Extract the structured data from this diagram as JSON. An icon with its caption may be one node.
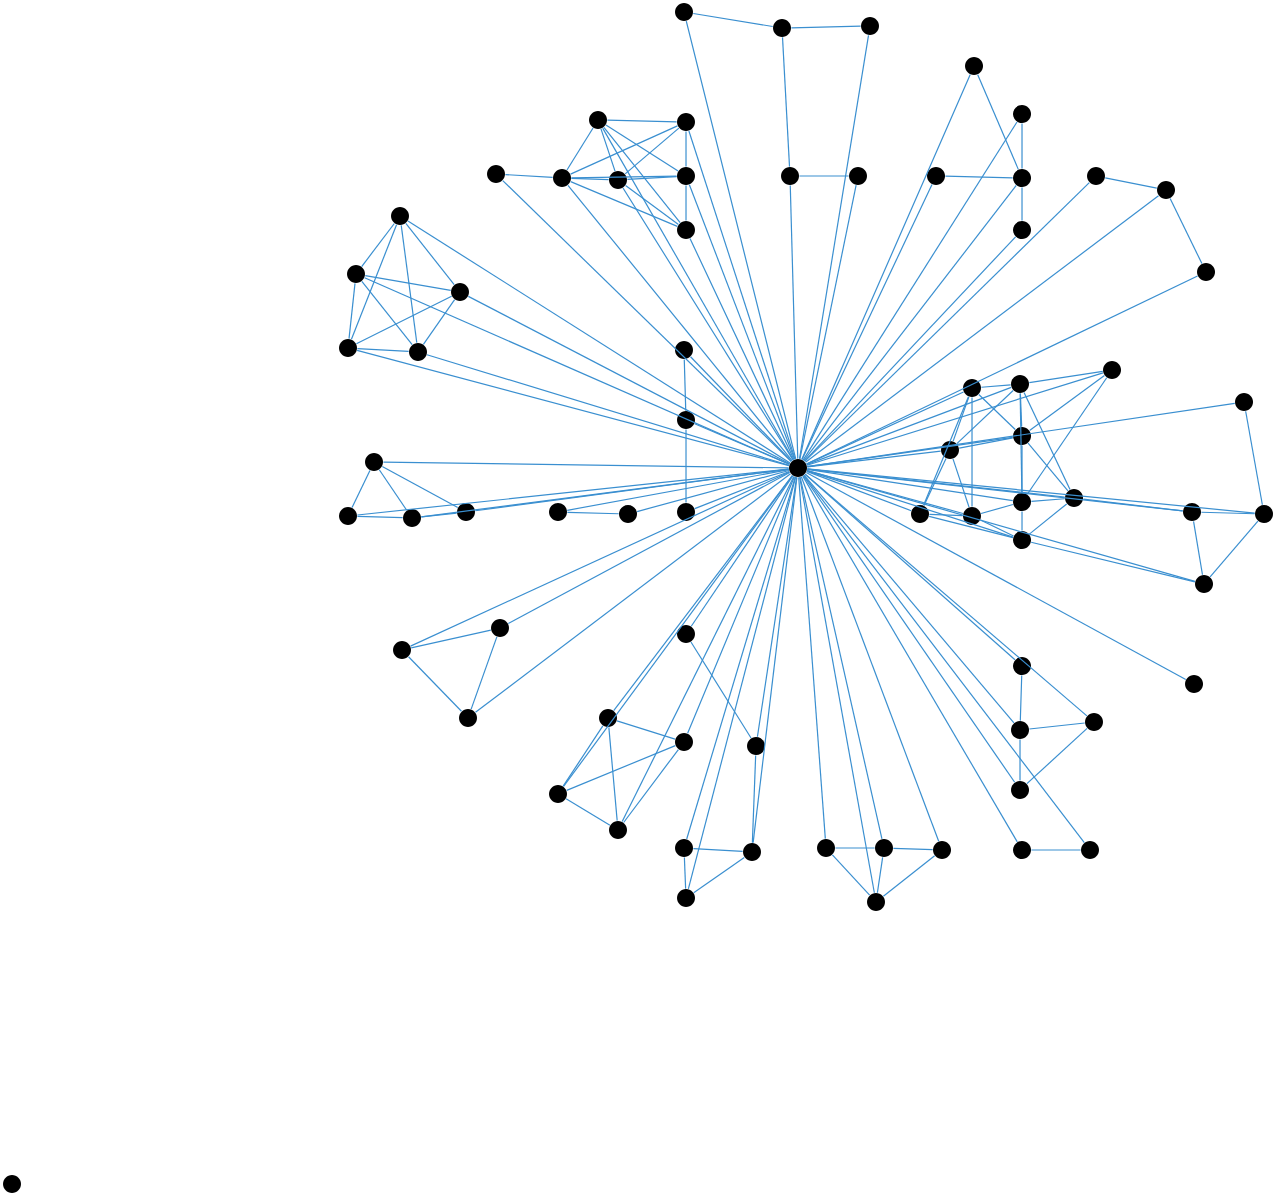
{
  "diagram": {
    "nodes": [
      {
        "text": [],
        "shape": "circle"
      },
      {
        "text": [],
        "shape": "circle"
      },
      {
        "text": [],
        "shape": "circle"
      },
      {
        "text": [],
        "shape": "circle"
      },
      {
        "text": [],
        "shape": "circle"
      },
      {
        "text": [],
        "shape": "circle"
      },
      {
        "text": [],
        "shape": "circle"
      },
      {
        "text": [],
        "shape": "circle"
      },
      {
        "text": [],
        "shape": "circle"
      },
      {
        "text": [],
        "shape": "circle"
      },
      {
        "text": [],
        "shape": "circle"
      },
      {
        "text": [],
        "shape": "circle"
      },
      {
        "text": [],
        "shape": "circle"
      },
      {
        "text": [],
        "shape": "circle"
      },
      {
        "text": [],
        "shape": "circle"
      },
      {
        "text": [],
        "shape": "circle"
      },
      {
        "text": [],
        "shape": "circle"
      },
      {
        "text": [],
        "shape": "circle"
      },
      {
        "text": [],
        "shape": "circle"
      },
      {
        "text": [],
        "shape": "circle"
      },
      {
        "text": [],
        "shape": "circle"
      },
      {
        "text": [],
        "shape": "circle"
      },
      {
        "text": [],
        "shape": "circle"
      },
      {
        "text": [],
        "shape": "circle"
      },
      {
        "text": [],
        "shape": "circle"
      },
      {
        "text": [],
        "shape": "circle"
      },
      {
        "text": [],
        "shape": "circle"
      },
      {
        "text": [],
        "shape": "circle"
      },
      {
        "text": [],
        "shape": "circle"
      },
      {
        "text": [],
        "shape": "circle"
      },
      {
        "text": [],
        "shape": "circle"
      },
      {
        "text": [],
        "shape": "circle"
      },
      {
        "text": [],
        "shape": "circle"
      },
      {
        "text": [],
        "shape": "circle"
      },
      {
        "text": [],
        "shape": "circle"
      },
      {
        "text": [],
        "shape": "circle"
      },
      {
        "text": [],
        "shape": "circle"
      },
      {
        "text": [],
        "shape": "circle"
      },
      {
        "text": [],
        "shape": "circle"
      },
      {
        "text": [],
        "shape": "circle"
      },
      {
        "text": [],
        "shape": "circle"
      },
      {
        "text": [],
        "shape": "circle"
      },
      {
        "text": [],
        "shape": "circle"
      },
      {
        "text": [],
        "shape": "circle"
      },
      {
        "text": [],
        "shape": "circle"
      },
      {
        "text": [],
        "shape": "circle"
      },
      {
        "text": [],
        "shape": "circle"
      },
      {
        "text": [],
        "shape": "circle"
      },
      {
        "text": [],
        "shape": "circle"
      },
      {
        "text": [],
        "shape": "circle"
      },
      {
        "text": [],
        "shape": "circle"
      },
      {
        "text": [],
        "shape": "circle"
      },
      {
        "text": [],
        "shape": "circle"
      },
      {
        "text": [],
        "shape": "circle"
      },
      {
        "text": [],
        "shape": "circle"
      },
      {
        "text": [],
        "shape": "circle"
      },
      {
        "text": [],
        "shape": "circle"
      },
      {
        "text": [],
        "shape": "circle"
      },
      {
        "text": [],
        "shape": "circle"
      },
      {
        "text": [],
        "shape": "circle"
      },
      {
        "text": [],
        "shape": "circle"
      },
      {
        "text": [],
        "shape": "circle"
      },
      {
        "text": [],
        "shape": "circle"
      },
      {
        "text": [],
        "shape": "circle"
      },
      {
        "text": [],
        "shape": "circle"
      },
      {
        "text": [],
        "shape": "circle"
      },
      {
        "text": [],
        "shape": "circle"
      },
      {
        "text": [],
        "shape": "circle"
      },
      {
        "text": [],
        "shape": "circle"
      },
      {
        "text": [],
        "shape": "circle"
      },
      {
        "text": [],
        "shape": "circle"
      },
      {
        "text": [],
        "shape": "circle"
      },
      {
        "text": [],
        "shape": "circle"
      }
    ],
    "edges": [
      {
        "from": 1,
        "to": 2,
        "arrow": "none"
      },
      {
        "from": 2,
        "to": 3,
        "arrow": "none"
      },
      {
        "from": 2,
        "to": 4,
        "arrow": "none"
      },
      {
        "from": 4,
        "to": 5,
        "arrow": "none"
      },
      {
        "from": 6,
        "to": 7,
        "arrow": "none"
      },
      {
        "from": 6,
        "to": 9,
        "arrow": "none"
      },
      {
        "from": 6,
        "to": 10,
        "arrow": "none"
      },
      {
        "from": 6,
        "to": 11,
        "arrow": "none"
      },
      {
        "from": 6,
        "to": 12,
        "arrow": "none"
      },
      {
        "from": 8,
        "to": 9,
        "arrow": "none"
      },
      {
        "from": 9,
        "to": 10,
        "arrow": "none"
      },
      {
        "from": 9,
        "to": 11,
        "arrow": "none"
      },
      {
        "from": 9,
        "to": 7,
        "arrow": "none"
      },
      {
        "from": 10,
        "to": 11,
        "arrow": "none"
      },
      {
        "from": 10,
        "to": 7,
        "arrow": "none"
      },
      {
        "from": 7,
        "to": 11,
        "arrow": "none"
      },
      {
        "from": 11,
        "to": 12,
        "arrow": "none"
      },
      {
        "from": 9,
        "to": 12,
        "arrow": "none"
      },
      {
        "from": 10,
        "to": 12,
        "arrow": "none"
      },
      {
        "from": 13,
        "to": 14,
        "arrow": "none"
      },
      {
        "from": 13,
        "to": 15,
        "arrow": "none"
      },
      {
        "from": 13,
        "to": 16,
        "arrow": "none"
      },
      {
        "from": 13,
        "to": 17,
        "arrow": "none"
      },
      {
        "from": 14,
        "to": 15,
        "arrow": "none"
      },
      {
        "from": 14,
        "to": 16,
        "arrow": "none"
      },
      {
        "from": 14,
        "to": 17,
        "arrow": "none"
      },
      {
        "from": 15,
        "to": 16,
        "arrow": "none"
      },
      {
        "from": 15,
        "to": 17,
        "arrow": "none"
      },
      {
        "from": 16,
        "to": 17,
        "arrow": "none"
      },
      {
        "from": 18,
        "to": 19,
        "arrow": "none"
      },
      {
        "from": 19,
        "to": 20,
        "arrow": "none"
      },
      {
        "from": 21,
        "to": 22,
        "arrow": "none"
      },
      {
        "from": 21,
        "to": 23,
        "arrow": "none"
      },
      {
        "from": 21,
        "to": 24,
        "arrow": "none"
      },
      {
        "from": 22,
        "to": 23,
        "arrow": "none"
      },
      {
        "from": 23,
        "to": 24,
        "arrow": "none"
      },
      {
        "from": 25,
        "to": 26,
        "arrow": "none"
      },
      {
        "from": 27,
        "to": 30,
        "arrow": "none"
      },
      {
        "from": 29,
        "to": 30,
        "arrow": "none"
      },
      {
        "from": 28,
        "to": 30,
        "arrow": "none"
      },
      {
        "from": 30,
        "to": 31,
        "arrow": "none"
      },
      {
        "from": 32,
        "to": 33,
        "arrow": "none"
      },
      {
        "from": 33,
        "to": 34,
        "arrow": "none"
      },
      {
        "from": 35,
        "to": 36,
        "arrow": "none"
      },
      {
        "from": 35,
        "to": 38,
        "arrow": "none"
      },
      {
        "from": 35,
        "to": 39,
        "arrow": "none"
      },
      {
        "from": 35,
        "to": 40,
        "arrow": "none"
      },
      {
        "from": 35,
        "to": 41,
        "arrow": "none"
      },
      {
        "from": 36,
        "to": 37,
        "arrow": "none"
      },
      {
        "from": 36,
        "to": 38,
        "arrow": "none"
      },
      {
        "from": 36,
        "to": 39,
        "arrow": "none"
      },
      {
        "from": 36,
        "to": 42,
        "arrow": "none"
      },
      {
        "from": 36,
        "to": 43,
        "arrow": "none"
      },
      {
        "from": 37,
        "to": 39,
        "arrow": "none"
      },
      {
        "from": 37,
        "to": 42,
        "arrow": "none"
      },
      {
        "from": 38,
        "to": 39,
        "arrow": "none"
      },
      {
        "from": 38,
        "to": 40,
        "arrow": "none"
      },
      {
        "from": 38,
        "to": 41,
        "arrow": "none"
      },
      {
        "from": 39,
        "to": 42,
        "arrow": "none"
      },
      {
        "from": 39,
        "to": 43,
        "arrow": "none"
      },
      {
        "from": 40,
        "to": 41,
        "arrow": "none"
      },
      {
        "from": 40,
        "to": 44,
        "arrow": "none"
      },
      {
        "from": 41,
        "to": 42,
        "arrow": "none"
      },
      {
        "from": 41,
        "to": 44,
        "arrow": "none"
      },
      {
        "from": 42,
        "to": 43,
        "arrow": "none"
      },
      {
        "from": 42,
        "to": 44,
        "arrow": "none"
      },
      {
        "from": 43,
        "to": 46,
        "arrow": "none"
      },
      {
        "from": 43,
        "to": 44,
        "arrow": "none"
      },
      {
        "from": 45,
        "to": 47,
        "arrow": "none"
      },
      {
        "from": 46,
        "to": 47,
        "arrow": "none"
      },
      {
        "from": 46,
        "to": 48,
        "arrow": "none"
      },
      {
        "from": 47,
        "to": 48,
        "arrow": "none"
      },
      {
        "from": 44,
        "to": 48,
        "arrow": "none"
      },
      {
        "from": 49,
        "to": 50,
        "arrow": "none"
      },
      {
        "from": 49,
        "to": 51,
        "arrow": "none"
      },
      {
        "from": 50,
        "to": 51,
        "arrow": "none"
      },
      {
        "from": 52,
        "to": 53,
        "arrow": "none"
      },
      {
        "from": 52,
        "to": 54,
        "arrow": "none"
      },
      {
        "from": 52,
        "to": 55,
        "arrow": "none"
      },
      {
        "from": 53,
        "to": 54,
        "arrow": "none"
      },
      {
        "from": 54,
        "to": 55,
        "arrow": "none"
      },
      {
        "from": 53,
        "to": 55,
        "arrow": "none"
      },
      {
        "from": 56,
        "to": 57,
        "arrow": "none"
      },
      {
        "from": 57,
        "to": 59,
        "arrow": "none"
      },
      {
        "from": 58,
        "to": 59,
        "arrow": "none"
      },
      {
        "from": 58,
        "to": 60,
        "arrow": "none"
      },
      {
        "from": 59,
        "to": 60,
        "arrow": "none"
      },
      {
        "from": 61,
        "to": 62,
        "arrow": "none"
      },
      {
        "from": 62,
        "to": 63,
        "arrow": "none"
      },
      {
        "from": 61,
        "to": 64,
        "arrow": "none"
      },
      {
        "from": 62,
        "to": 64,
        "arrow": "none"
      },
      {
        "from": 63,
        "to": 64,
        "arrow": "none"
      },
      {
        "from": 65,
        "to": 66,
        "arrow": "none"
      },
      {
        "from": 66,
        "to": 67,
        "arrow": "none"
      },
      {
        "from": 66,
        "to": 68,
        "arrow": "none"
      },
      {
        "from": 67,
        "to": 68,
        "arrow": "none"
      },
      {
        "from": 69,
        "to": 70,
        "arrow": "none"
      },
      {
        "from": 0,
        "to": 1,
        "arrow": "none"
      },
      {
        "from": 0,
        "to": 3,
        "arrow": "none"
      },
      {
        "from": 0,
        "to": 4,
        "arrow": "none"
      },
      {
        "from": 0,
        "to": 5,
        "arrow": "none"
      },
      {
        "from": 0,
        "to": 6,
        "arrow": "none"
      },
      {
        "from": 0,
        "to": 7,
        "arrow": "none"
      },
      {
        "from": 0,
        "to": 8,
        "arrow": "none"
      },
      {
        "from": 0,
        "to": 9,
        "arrow": "none"
      },
      {
        "from": 0,
        "to": 10,
        "arrow": "none"
      },
      {
        "from": 0,
        "to": 11,
        "arrow": "none"
      },
      {
        "from": 0,
        "to": 12,
        "arrow": "none"
      },
      {
        "from": 0,
        "to": 13,
        "arrow": "none"
      },
      {
        "from": 0,
        "to": 14,
        "arrow": "none"
      },
      {
        "from": 0,
        "to": 15,
        "arrow": "none"
      },
      {
        "from": 0,
        "to": 16,
        "arrow": "none"
      },
      {
        "from": 0,
        "to": 17,
        "arrow": "none"
      },
      {
        "from": 0,
        "to": 18,
        "arrow": "none"
      },
      {
        "from": 0,
        "to": 19,
        "arrow": "none"
      },
      {
        "from": 0,
        "to": 20,
        "arrow": "none"
      },
      {
        "from": 0,
        "to": 21,
        "arrow": "none"
      },
      {
        "from": 0,
        "to": 22,
        "arrow": "none"
      },
      {
        "from": 0,
        "to": 23,
        "arrow": "none"
      },
      {
        "from": 0,
        "to": 24,
        "arrow": "none"
      },
      {
        "from": 0,
        "to": 25,
        "arrow": "none"
      },
      {
        "from": 0,
        "to": 26,
        "arrow": "none"
      },
      {
        "from": 0,
        "to": 27,
        "arrow": "none"
      },
      {
        "from": 0,
        "to": 28,
        "arrow": "none"
      },
      {
        "from": 0,
        "to": 29,
        "arrow": "none"
      },
      {
        "from": 0,
        "to": 30,
        "arrow": "none"
      },
      {
        "from": 0,
        "to": 31,
        "arrow": "none"
      },
      {
        "from": 0,
        "to": 32,
        "arrow": "none"
      },
      {
        "from": 0,
        "to": 33,
        "arrow": "none"
      },
      {
        "from": 0,
        "to": 34,
        "arrow": "none"
      },
      {
        "from": 0,
        "to": 35,
        "arrow": "none"
      },
      {
        "from": 0,
        "to": 36,
        "arrow": "none"
      },
      {
        "from": 0,
        "to": 37,
        "arrow": "none"
      },
      {
        "from": 0,
        "to": 38,
        "arrow": "none"
      },
      {
        "from": 0,
        "to": 39,
        "arrow": "none"
      },
      {
        "from": 0,
        "to": 40,
        "arrow": "none"
      },
      {
        "from": 0,
        "to": 41,
        "arrow": "none"
      },
      {
        "from": 0,
        "to": 42,
        "arrow": "none"
      },
      {
        "from": 0,
        "to": 43,
        "arrow": "none"
      },
      {
        "from": 0,
        "to": 44,
        "arrow": "none"
      },
      {
        "from": 0,
        "to": 45,
        "arrow": "none"
      },
      {
        "from": 0,
        "to": 46,
        "arrow": "none"
      },
      {
        "from": 0,
        "to": 47,
        "arrow": "none"
      },
      {
        "from": 0,
        "to": 48,
        "arrow": "none"
      },
      {
        "from": 0,
        "to": 49,
        "arrow": "none"
      },
      {
        "from": 0,
        "to": 50,
        "arrow": "none"
      },
      {
        "from": 0,
        "to": 51,
        "arrow": "none"
      },
      {
        "from": 0,
        "to": 52,
        "arrow": "none"
      },
      {
        "from": 0,
        "to": 53,
        "arrow": "none"
      },
      {
        "from": 0,
        "to": 54,
        "arrow": "none"
      },
      {
        "from": 0,
        "to": 55,
        "arrow": "none"
      },
      {
        "from": 0,
        "to": 56,
        "arrow": "none"
      },
      {
        "from": 0,
        "to": 57,
        "arrow": "none"
      },
      {
        "from": 0,
        "to": 58,
        "arrow": "none"
      },
      {
        "from": 0,
        "to": 59,
        "arrow": "none"
      },
      {
        "from": 0,
        "to": 60,
        "arrow": "none"
      },
      {
        "from": 0,
        "to": 61,
        "arrow": "none"
      },
      {
        "from": 0,
        "to": 62,
        "arrow": "none"
      },
      {
        "from": 0,
        "to": 63,
        "arrow": "none"
      },
      {
        "from": 0,
        "to": 64,
        "arrow": "none"
      },
      {
        "from": 0,
        "to": 65,
        "arrow": "none"
      },
      {
        "from": 0,
        "to": 66,
        "arrow": "none"
      },
      {
        "from": 0,
        "to": 67,
        "arrow": "none"
      },
      {
        "from": 0,
        "to": 68,
        "arrow": "none"
      },
      {
        "from": 0,
        "to": 69,
        "arrow": "none"
      },
      {
        "from": 0,
        "to": 70,
        "arrow": "none"
      },
      {
        "from": 0,
        "to": 71,
        "arrow": "none"
      }
    ]
  }
}
